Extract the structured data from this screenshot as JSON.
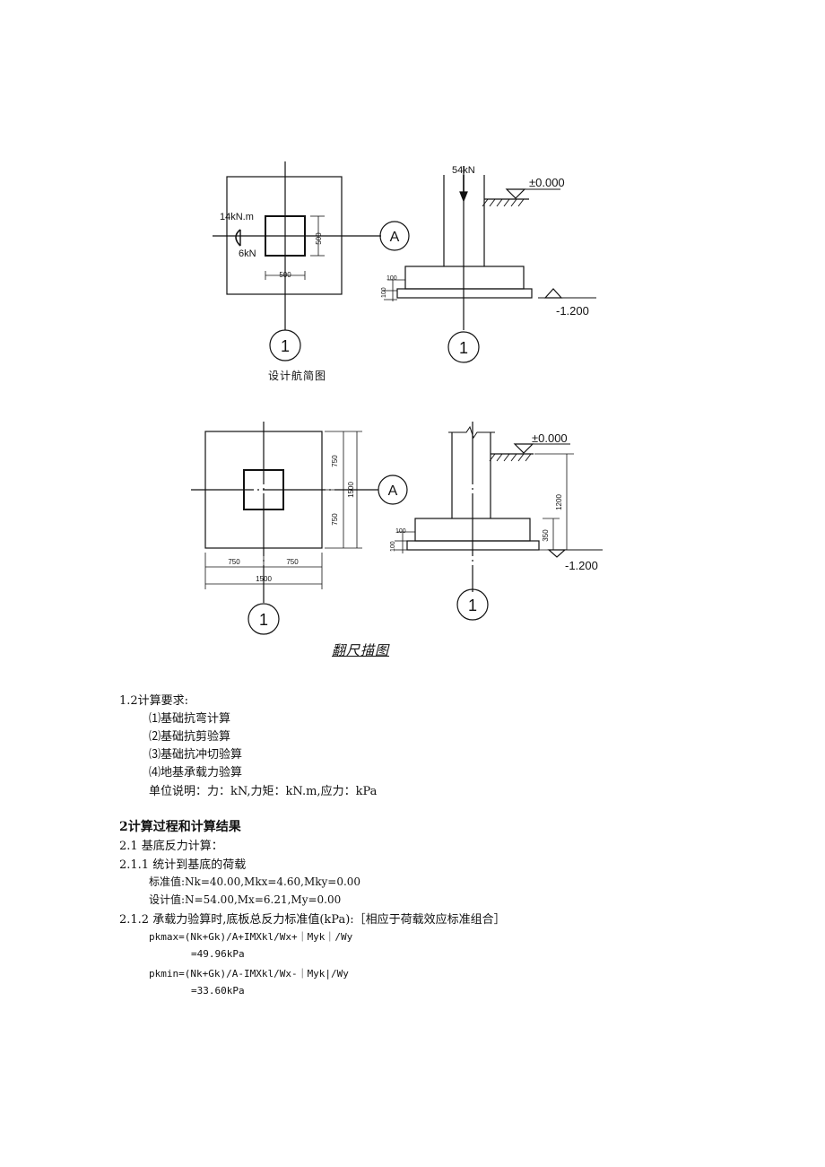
{
  "figure1": {
    "moment_label": "14kN.m",
    "shear_label": "6kN",
    "dim_500_h": "500",
    "dim_500_v": "500",
    "axis_a": "A",
    "axis_1_left": "1",
    "axis_1_right": "1",
    "load_label": "54kN",
    "elev_top": "±0.000",
    "elev_bottom": "-1.200",
    "dim_100_a": "100",
    "dim_100_b": "100",
    "caption": "设计航简图"
  },
  "figure2": {
    "dim_750_top": "750",
    "dim_750_bot": "750",
    "dim_1500_v": "1500",
    "dim_750_left": "750",
    "dim_750_right": "750",
    "dim_1500_h": "1500",
    "axis_a": "A",
    "axis_1_left": "1",
    "axis_1_right": "1",
    "elev_top": "±0.000",
    "elev_bottom": "-1.200",
    "dim_1200": "1200",
    "dim_350": "350",
    "dim_100_a": "100",
    "dim_100_b": "100",
    "caption": "翻尺描图"
  },
  "text": {
    "req_heading": "1.2计算要求:",
    "req_1": "⑴基础抗弯计算",
    "req_2": "⑵基础抗剪验算",
    "req_3": "⑶基础抗冲切验算",
    "req_4": "⑷地基承载力验算",
    "units": "单位说明：力：kN,力矩：kN.m,应力：kPa",
    "section2": "2计算过程和计算结果",
    "s21": "2.1    基底反力计算：",
    "s211": "2.1.1   统计到基底的荷载",
    "std_val": "标准值:Nk=40.00,Mkx=4.60,Mky=0.00",
    "design_val": "设计值:N=54.00,Mx=6.21,My=0.00",
    "s212": "2.1.2   承载力验算时,底板总反力标准值(kPa):［相应于荷载效应标准组合］",
    "pkmax_formula": "pkmax=(Nk+Gk)/A+IMXkl/Wx+｜Myk｜/Wy",
    "pkmax_value": "=49.96kPa",
    "pkmin_formula": "pkmin=(Nk+Gk)/A-IMXkl/Wx-｜Myk|/Wy",
    "pkmin_value": "=33.60kPa"
  }
}
